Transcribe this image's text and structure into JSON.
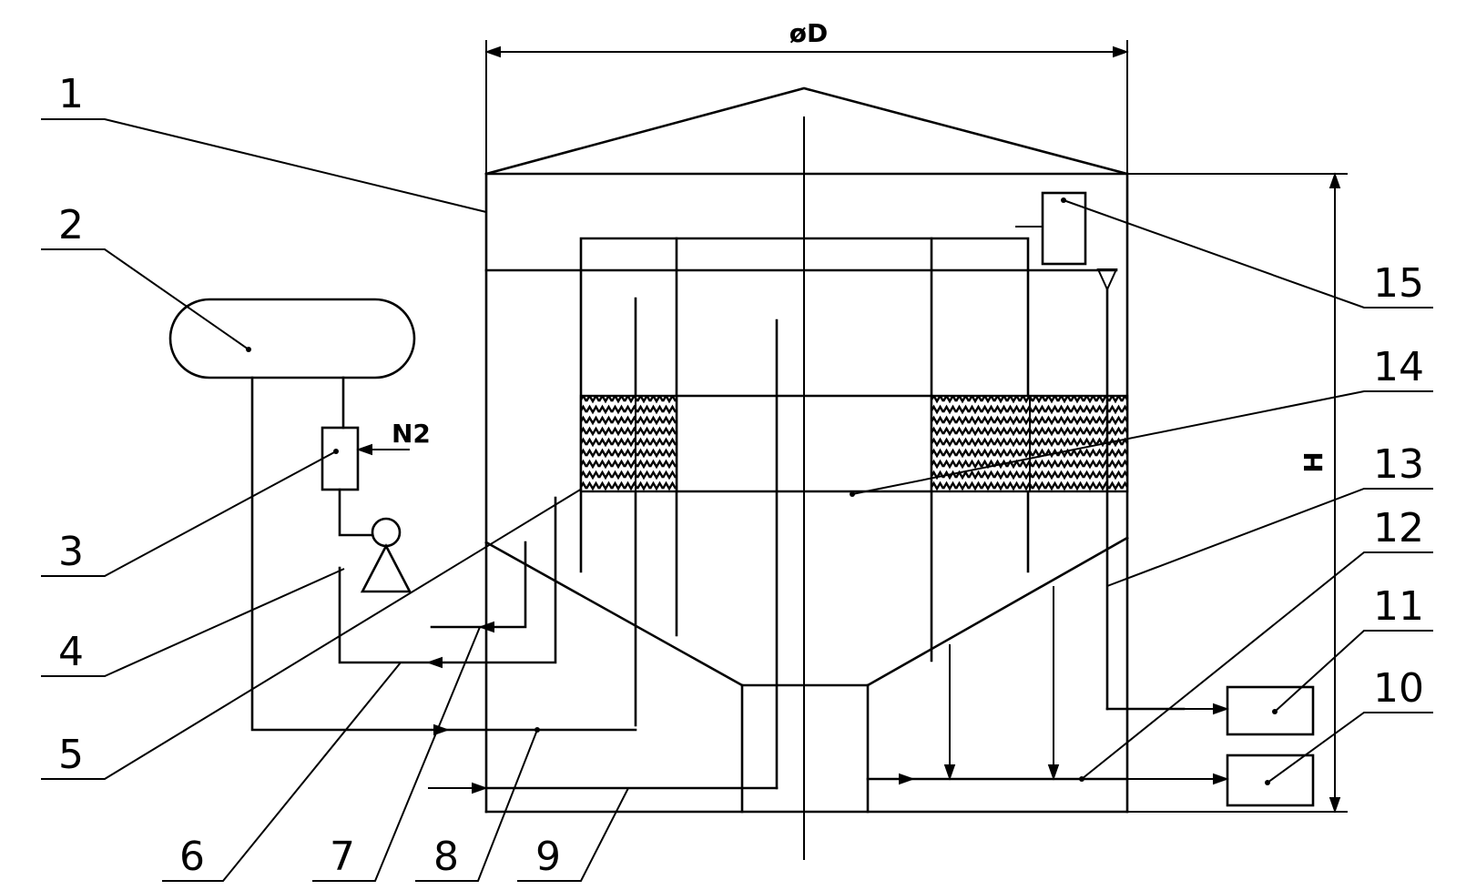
{
  "diagram": {
    "dimension_diameter": "øD",
    "dimension_height": "H",
    "gas_label": "N2",
    "callouts": [
      "1",
      "2",
      "3",
      "4",
      "5",
      "6",
      "7",
      "8",
      "9",
      "10",
      "11",
      "12",
      "13",
      "14",
      "15"
    ],
    "colors": {
      "line": "#000000",
      "background": "#ffffff"
    }
  }
}
